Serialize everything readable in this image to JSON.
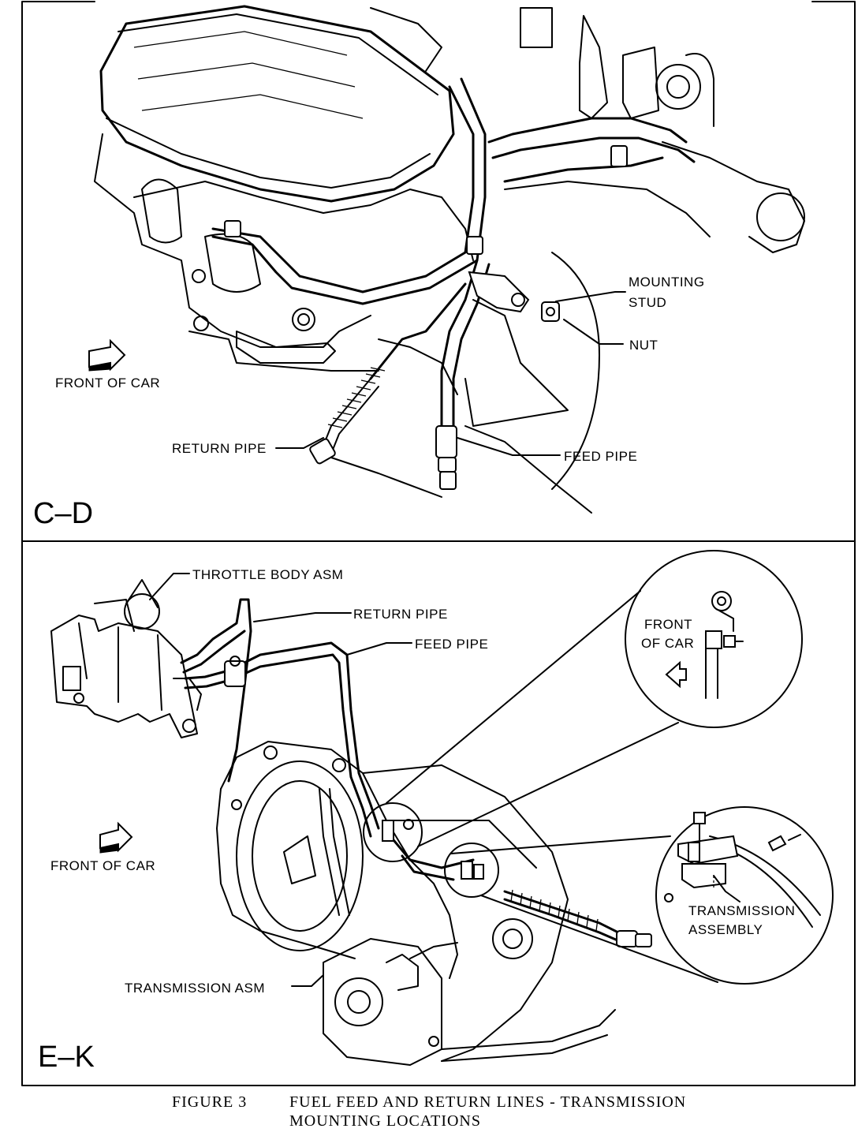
{
  "panels": {
    "top": {
      "section": "C–D",
      "labels": {
        "mounting_stud_1": "MOUNTING",
        "mounting_stud_2": "STUD",
        "nut": "NUT",
        "front_of_car": "FRONT OF CAR",
        "return_pipe": "RETURN PIPE",
        "feed_pipe": "FEED PIPE"
      }
    },
    "bottom": {
      "section": "E–K",
      "labels": {
        "throttle_body": "THROTTLE BODY ASM",
        "return_pipe": "RETURN PIPE",
        "feed_pipe": "FEED PIPE",
        "front_of_car": "FRONT OF CAR",
        "transmission_asm": "TRANSMISSION ASM",
        "detail_front_1": "FRONT",
        "detail_front_2": "OF CAR",
        "detail_trans_1": "TRANSMISSION",
        "detail_trans_2": "ASSEMBLY"
      }
    }
  },
  "caption": {
    "number": "FIGURE 3",
    "line1": "FUEL FEED AND RETURN LINES - TRANSMISSION",
    "line2": "MOUNTING LOCATIONS"
  }
}
